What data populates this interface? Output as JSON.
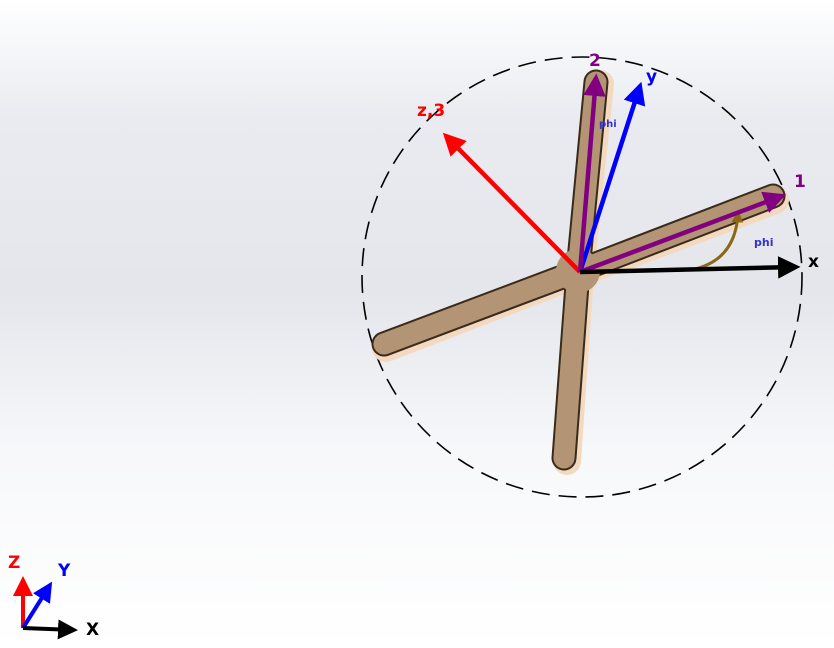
{
  "labels": {
    "x": "x",
    "y": "y",
    "z3": "z,3",
    "axis1": "1",
    "axis2": "2",
    "phi_top": "phi",
    "phi_right": "phi"
  },
  "triad": {
    "x": "X",
    "y": "Y",
    "z": "Z"
  },
  "colors": {
    "x_axis": "#000000",
    "y_axis": "#0000ff",
    "z_axis": "#ff0000",
    "material_axes": "#800080",
    "phi_arc": "#8b6914",
    "phi_label": "#3333cc",
    "part_fill": "#b39474",
    "part_edge": "#f2d9bf",
    "circle": "#000000"
  }
}
